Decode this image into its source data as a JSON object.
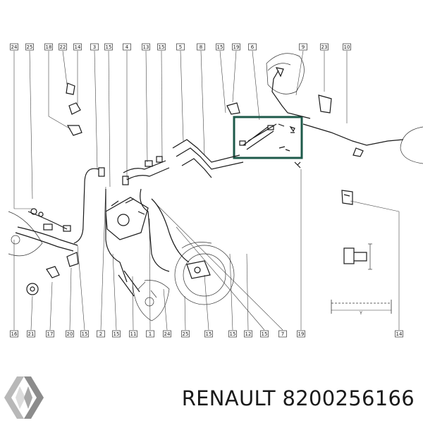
{
  "callouts_top": [
    "24",
    "25",
    "18",
    "22",
    "14",
    "3",
    "15",
    "4",
    "13",
    "15",
    "5",
    "8",
    "15",
    "19",
    "6",
    "9",
    "23",
    "10"
  ],
  "callouts_bottom": [
    "16",
    "21",
    "17",
    "20",
    "15",
    "2",
    "15",
    "11",
    "1",
    "24",
    "25",
    "15",
    "15",
    "12",
    "15",
    "7",
    "19",
    "14"
  ],
  "dimension_label": "Y",
  "brand": {
    "name": "RENAULT",
    "part_number": "8200256166"
  },
  "colors": {
    "highlight_box": "#1e5a4a",
    "ink": "#1a1a1a"
  }
}
